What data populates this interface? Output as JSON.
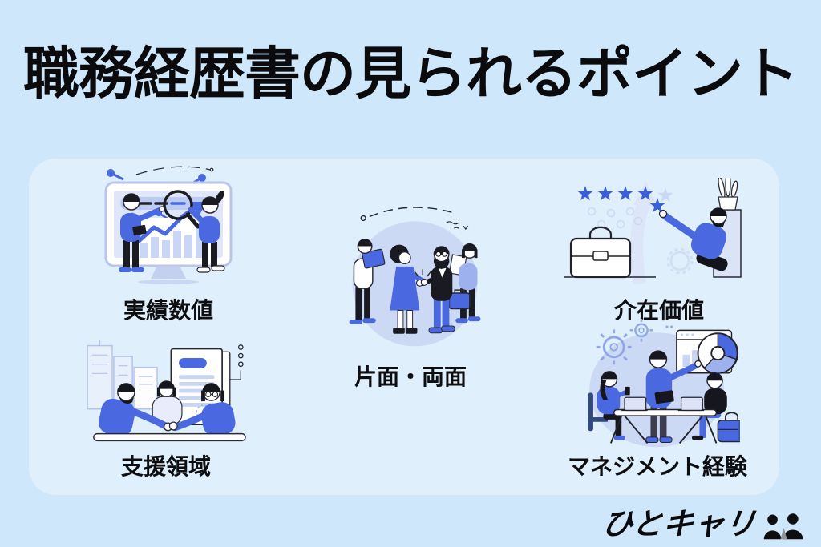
{
  "page": {
    "title": "職務経歴書の見られるポイント",
    "background_color": "#cee7fa",
    "card_color": "#e0effc"
  },
  "palette": {
    "accent_blue": "#4a68e0",
    "star_blue": "#3b5edc",
    "light_blob_blue": "#ccd9f4",
    "pale_blue": "#dde5f8",
    "ink_black": "#16161e",
    "text_black": "#0e0e10"
  },
  "card": {
    "items": [
      {
        "id": "results",
        "label": "実績数値",
        "illustration": "two-people-analyzing-chart-on-monitor-with-magnifier"
      },
      {
        "id": "sides",
        "label": "片面・両面",
        "illustration": "four-business-people-handshake-group"
      },
      {
        "id": "value",
        "label": "介在価値",
        "illustration": "person-adding-star-rating-with-briefcase-and-plant"
      },
      {
        "id": "domain",
        "label": "支援領域",
        "illustration": "handshake-over-contract-with-buildings"
      },
      {
        "id": "management",
        "label": "マネジメント経験",
        "illustration": "team-meeting-at-desk-with-gears-and-pie-chart"
      }
    ]
  },
  "logo": {
    "text": "ひとキャリ",
    "icon": "two-people-icon"
  }
}
